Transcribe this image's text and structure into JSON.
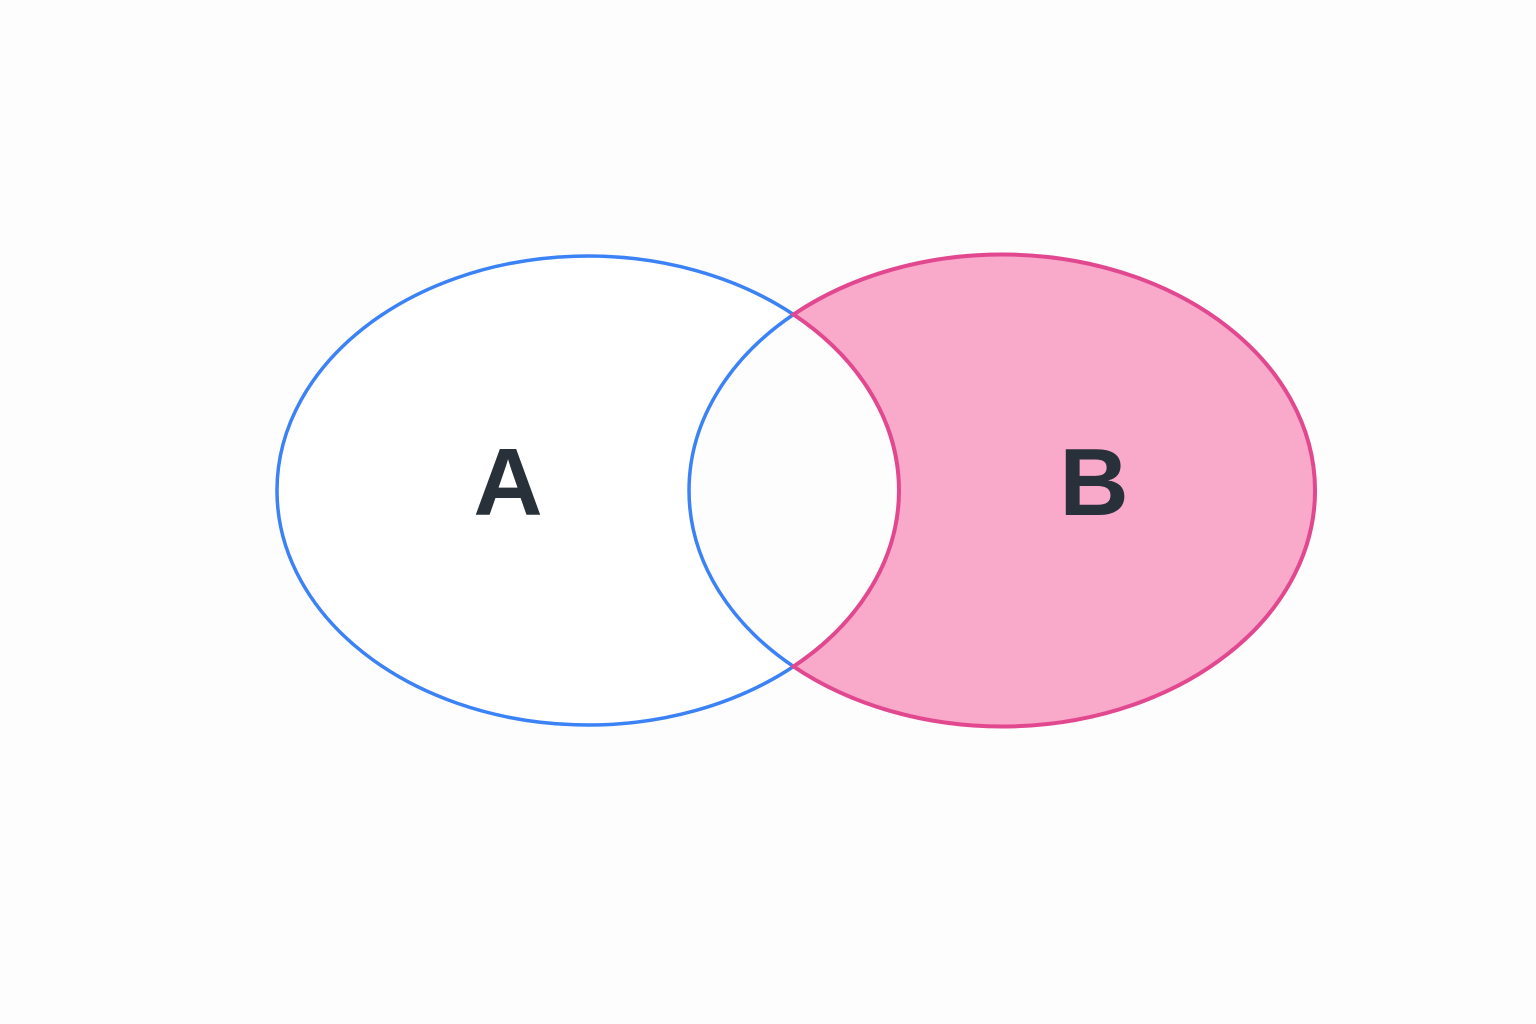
{
  "page": {
    "background": "#fdfdfd"
  },
  "diagram": {
    "type": "venn-2-sets",
    "shaded_region": "B minus A",
    "set_a": {
      "label": "A"
    },
    "set_b": {
      "label": "B"
    },
    "colors": {
      "set_a_stroke": "#3b82f6",
      "set_a_fill": "#ffffff",
      "set_b_stroke": "#e2488f",
      "set_b_fill": "#f9a9ca",
      "label": "#28303a"
    }
  }
}
